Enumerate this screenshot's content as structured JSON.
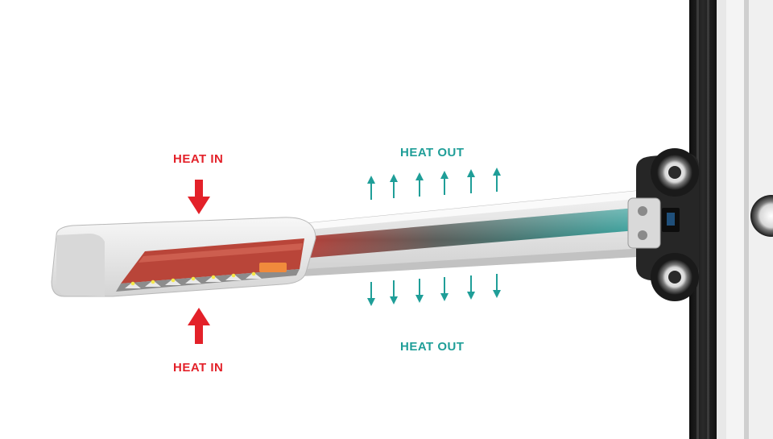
{
  "labels": {
    "heat_in_top": "HEAT IN",
    "heat_in_bottom": "HEAT IN",
    "heat_out_top": "HEAT OUT",
    "heat_out_bottom": "HEAT OUT"
  },
  "colors": {
    "heat_in": "#e32129",
    "heat_out": "#1f9e98",
    "rail": "#1b1b1b",
    "housing": "#e6e6e6"
  },
  "icons": {
    "heat_in_arrow": "arrow-down-icon / arrow-up-icon",
    "heat_out_arrow": "arrow-up-icon / arrow-down-icon",
    "led": "led-icon",
    "wheel": "roller-wheel-icon"
  }
}
